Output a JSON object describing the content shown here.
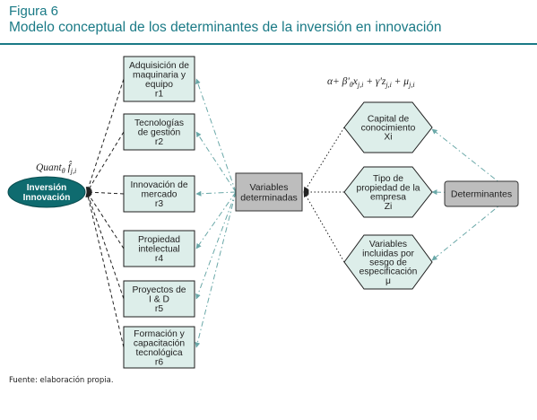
{
  "header": {
    "figure_label": "Figura 6",
    "title": "Modelo conceptual de los determinantes de la inversión en innovación"
  },
  "formulas": {
    "quantile": "Quant θ f̂ j,i",
    "model": "α+ β'θ x j,i + γ'z j,i + μ j,i"
  },
  "nodes": {
    "innovation": [
      "Inversión",
      "Innovación"
    ],
    "variables": [
      "Variables",
      "determinadas"
    ],
    "determinants": "Determinantes",
    "r_boxes": [
      {
        "lines": [
          "Adquisición de",
          "maquinaria y",
          "equipo",
          "r1"
        ]
      },
      {
        "lines": [
          "Tecnologías",
          "de gestión",
          "r2"
        ]
      },
      {
        "lines": [
          "Innovación de",
          "mercado",
          "r3"
        ]
      },
      {
        "lines": [
          "Propiedad",
          "intelectual",
          "r4"
        ]
      },
      {
        "lines": [
          "Proyectos de",
          "I & D",
          "r5"
        ]
      },
      {
        "lines": [
          "Formación y",
          "capacitación",
          "tecnológica",
          "r6"
        ]
      }
    ],
    "hexagons": [
      {
        "lines": [
          "Capital de",
          "conocimiento",
          "Xi"
        ]
      },
      {
        "lines": [
          "Tipo de",
          "propiedad de la",
          "empresa",
          "Zi"
        ]
      },
      {
        "lines": [
          "Variables",
          "incluidas por",
          "sesgo de",
          "especificación",
          "μ"
        ]
      }
    ]
  },
  "colors": {
    "teal": "#1a7a86",
    "ellipse_fill": "#0f6b6f",
    "box_fill": "#ddeeea",
    "box_border": "#1e1e1e",
    "gray_fill": "#bdbdbd",
    "dashdot": "#6aa8a8"
  },
  "footer": {
    "source": "Fuente: elaboración propia."
  }
}
